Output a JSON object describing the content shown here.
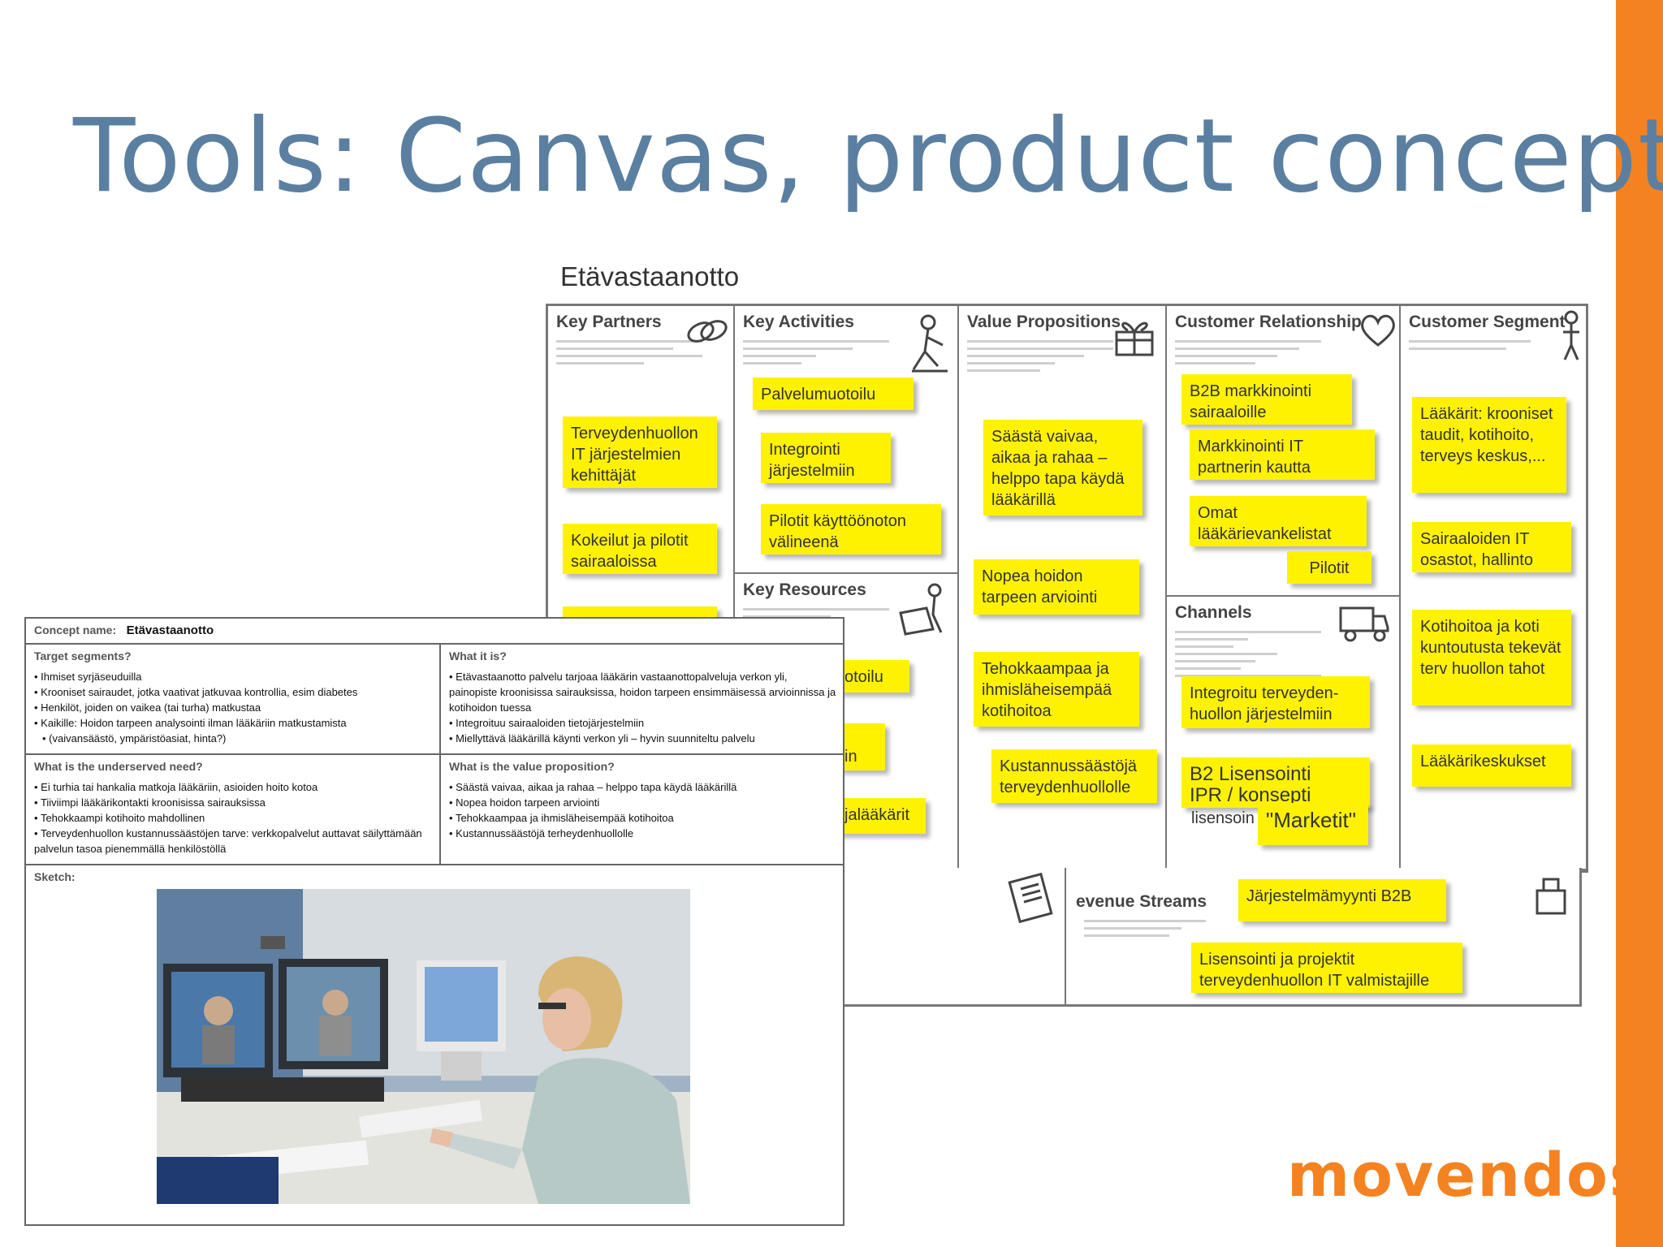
{
  "slide": {
    "title": "Tools: Canvas, product concepts",
    "logo": "movendos",
    "accent_color": "#f58220",
    "title_color": "#5b7fa0"
  },
  "canvas": {
    "title": "Etävastaanotto",
    "sections": {
      "key_partners": "Key Partners",
      "key_activities": "Key Activities",
      "key_resources": "Key Resources",
      "value_propositions": "Value Propositions",
      "customer_relationships": "Customer Relationship",
      "channels": "Channels",
      "customer_segments": "Customer Segment",
      "revenue_streams": "evenue Streams"
    },
    "notes": {
      "kp1": "Terveydenhuollon IT järjestelmien kehittäjät",
      "kp2": "Kokeilut ja pilotit sairaaloissa",
      "ka1": "Palvelumuotoilu",
      "ka2": "Integrointi järjestelmiin",
      "ka3": "Pilotit käyttöönoton välineenä",
      "kr1": "otoilu",
      "kr2": "in",
      "kr3": "jalääkärit",
      "vp1": "Säästä vaivaa, aikaa ja rahaa – helppo tapa käydä lääkärillä",
      "vp2": "Nopea hoidon tarpeen arviointi",
      "vp3": "Tehokkaampaa ja ihmisläheisempää kotihoitoa",
      "vp4": "Kustannussäästöjä terveydenhuollolle",
      "cr1": "B2B markkinointi sairaaloille",
      "cr2": "Markkinointi IT partnerin kautta",
      "cr3": "Omat lääkärievankelistat",
      "cr4": "Pilotit",
      "ch1": "Integroitu terveyden-huollon järjestelmiin",
      "ch2": "B2 Lisensointi\nIPR / konsepti",
      "ch2_extra": "lisensoin",
      "ch3": "\"Marketit\"",
      "cs1": "Lääkärit: krooniset taudit, kotihoito, terveys keskus,...",
      "cs2": "Sairaaloiden IT osastot, hallinto",
      "cs3": "Kotihoitoa ja koti kuntoutusta tekevät terv huollon tahot",
      "cs4": "Lääkärikeskukset",
      "rs1": "Järjestelmämyynti B2B",
      "rs2": "Lisensointi ja projektit terveydenhuollon IT valmistajille"
    }
  },
  "concept": {
    "name_label": "Concept name:",
    "name_value": "Etävastaanotto",
    "target_label": "Target segments?",
    "target_items": [
      "Ihmiset syrjäseuduilla",
      "Krooniset sairaudet, jotka vaativat jatkuvaa kontrollia, esim diabetes",
      "Henkilöt, joiden on vaikea (tai turha) matkustaa",
      "Kaikille: Hoidon tarpeen analysointi ilman lääkäriin matkustamista",
      "(vaivansäästö, ympäristöasiat, hinta?)"
    ],
    "what_label": "What it is?",
    "what_items": [
      "Etävastaanotto palvelu tarjoaa lääkärin vastaanottopalveluja verkon yli, painopiste kroonisissa sairauksissa, hoidon tarpeen ensimmäisessä arvioinnissa ja kotihoidon tuessa",
      "Integroituu sairaaloiden tietojärjestelmiin",
      "Miellyttävä lääkärillä käynti verkon yli – hyvin suunniteltu palvelu"
    ],
    "need_label": "What is the underserved need?",
    "need_items": [
      "Ei turhia tai hankalia matkoja lääkäriin, asioiden hoito kotoa",
      "Tiiviimpi lääkärikontakti kroonisissa sairauksissa",
      "Tehokkaampi kotihoito mahdollinen",
      "Terveydenhuollon kustannussäästöjen tarve: verkkopalvelut auttavat säilyttämään palvelun tasoa pienemmällä henkilöstöllä"
    ],
    "value_label": "What is the value proposition?",
    "value_items": [
      "Säästä vaivaa, aikaa ja rahaa – helppo tapa käydä lääkärillä",
      "Nopea hoidon tarpeen arviointi",
      "Tehokkaampaa ja ihmisläheisempää kotihoitoa",
      "Kustannussäästöjä terheydenhuollolle"
    ],
    "sketch_label": "Sketch:"
  }
}
